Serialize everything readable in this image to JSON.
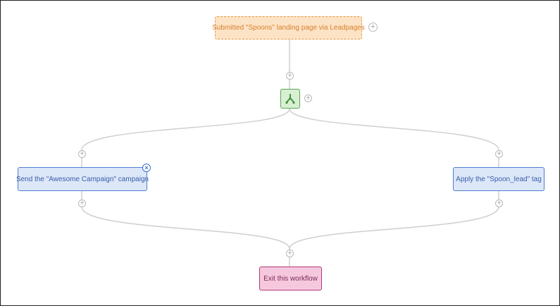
{
  "workflow": {
    "trigger_label": "Submitted \"Spoons\" landing page via Leadpages",
    "split_icon": "split-branch-icon",
    "action_left_label": "Send the \"Awesome Campaign\" campaign",
    "action_right_label": "Apply the \"Spoon_lead\" tag",
    "exit_label": "Exit this workflow",
    "add_glyph": "+",
    "close_glyph": "×"
  },
  "colors": {
    "trigger_bg": "#fde3c6",
    "trigger_border": "#e59a4a",
    "split_bg": "#d8efd1",
    "split_icon": "#3f8f3f",
    "action_bg": "#dce7f8",
    "action_border": "#4f7fd0",
    "exit_bg": "#f6c8de",
    "exit_border": "#b23a78",
    "connector": "#cfcfcf"
  }
}
